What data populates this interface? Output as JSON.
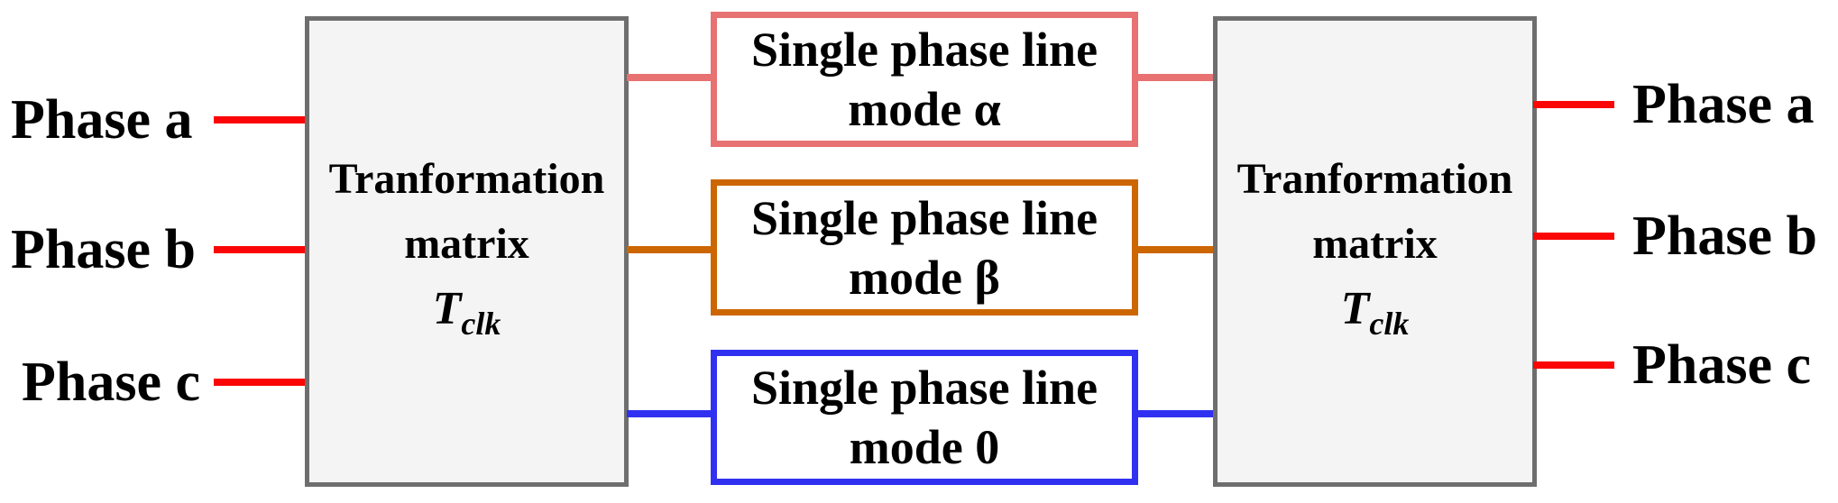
{
  "diagram": {
    "left_inputs": [
      {
        "label": "Phase a"
      },
      {
        "label": "Phase b"
      },
      {
        "label": "Phase c"
      }
    ],
    "right_outputs": [
      {
        "label": "Phase a"
      },
      {
        "label": "Phase b"
      },
      {
        "label": "Phase c"
      }
    ],
    "left_matrix": {
      "line1": "Tranformation",
      "line2": "matrix",
      "symbol": "T",
      "subscript": "clk"
    },
    "right_matrix": {
      "line1": "Tranformation",
      "line2": "matrix",
      "symbol": "T",
      "subscript": "clk"
    },
    "modes": [
      {
        "line1": "Single phase line",
        "line2": "mode α",
        "color": "#e87171"
      },
      {
        "line1": "Single phase line",
        "line2": "mode β",
        "color": "#cc6600"
      },
      {
        "line1": "Single phase line",
        "line2": "mode 0",
        "color": "#3031f0"
      }
    ],
    "colors": {
      "phase_wire_red": "#fa0606",
      "mode_alpha": "#e87171",
      "mode_beta": "#cc6600",
      "mode_zero": "#3031f0",
      "matrix_border_gray": "#6e6e6e",
      "matrix_fill": "#f4f4f4"
    }
  }
}
